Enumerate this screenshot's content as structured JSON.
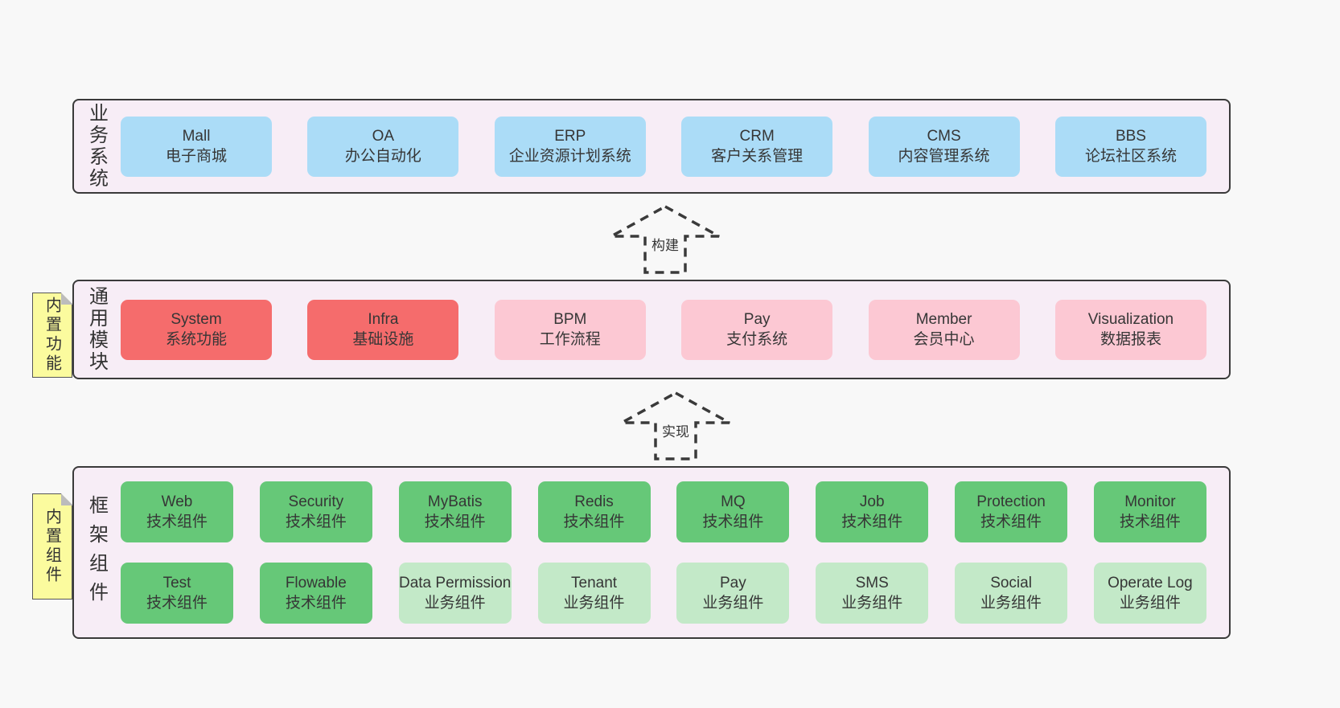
{
  "colors": {
    "page_bg": "#f8f8f8",
    "band_bg": "#f7edf6",
    "band_border": "#3a3a3a",
    "blue_box": "#abdcf7",
    "red_box": "#f56c6c",
    "pink_box": "#fcc8d3",
    "green_box": "#66c878",
    "light_green_box": "#c3e9c8",
    "sticky_yellow": "#fbfb9e",
    "text": "#363636"
  },
  "arrows": [
    {
      "label": "构建"
    },
    {
      "label": "实现"
    }
  ],
  "bands": [
    {
      "label": "业务系统",
      "boxes": [
        {
          "en": "Mall",
          "zh": "电子商城"
        },
        {
          "en": "OA",
          "zh": "办公自动化"
        },
        {
          "en": "ERP",
          "zh": "企业资源计划系统"
        },
        {
          "en": "CRM",
          "zh": "客户关系管理"
        },
        {
          "en": "CMS",
          "zh": "内容管理系统"
        },
        {
          "en": "BBS",
          "zh": "论坛社区系统"
        }
      ]
    },
    {
      "label": "通用模块",
      "sticky": "内置功能",
      "boxes": [
        {
          "en": "System",
          "zh": "系统功能"
        },
        {
          "en": "Infra",
          "zh": "基础设施"
        },
        {
          "en": "BPM",
          "zh": "工作流程"
        },
        {
          "en": "Pay",
          "zh": "支付系统"
        },
        {
          "en": "Member",
          "zh": "会员中心"
        },
        {
          "en": "Visualization",
          "zh": "数据报表"
        }
      ]
    },
    {
      "label": "框架组件",
      "sticky": "内置组件",
      "row1": [
        {
          "en": "Web",
          "zh": "技术组件"
        },
        {
          "en": "Security",
          "zh": "技术组件"
        },
        {
          "en": "MyBatis",
          "zh": "技术组件"
        },
        {
          "en": "Redis",
          "zh": "技术组件"
        },
        {
          "en": "MQ",
          "zh": "技术组件"
        },
        {
          "en": "Job",
          "zh": "技术组件"
        },
        {
          "en": "Protection",
          "zh": "技术组件"
        },
        {
          "en": "Monitor",
          "zh": "技术组件"
        }
      ],
      "row2": [
        {
          "en": "Test",
          "zh": "技术组件"
        },
        {
          "en": "Flowable",
          "zh": "技术组件"
        },
        {
          "en": "Data Permission",
          "zh": "业务组件"
        },
        {
          "en": "Tenant",
          "zh": "业务组件"
        },
        {
          "en": "Pay",
          "zh": "业务组件"
        },
        {
          "en": "SMS",
          "zh": "业务组件"
        },
        {
          "en": "Social",
          "zh": "业务组件"
        },
        {
          "en": "Operate Log",
          "zh": "业务组件"
        }
      ]
    }
  ]
}
